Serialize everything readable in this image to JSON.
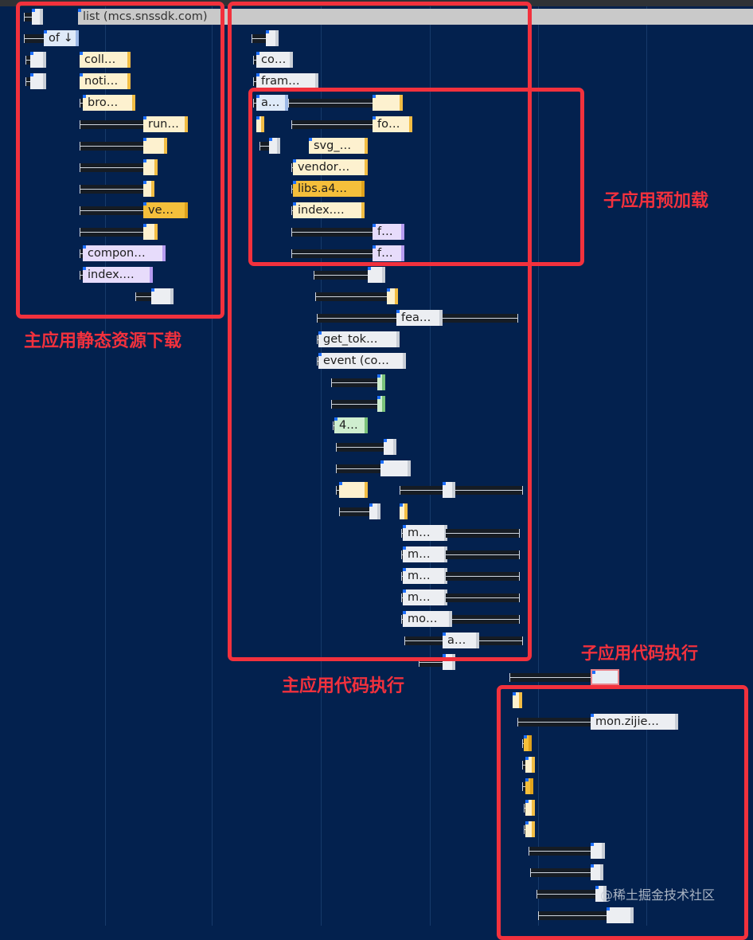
{
  "header_request": "list (mcs.snssdk.com)",
  "requests": [
    "of ↓",
    "coll…",
    "noti…",
    "bro…",
    "run…",
    "ve…",
    "compon…",
    "index.…",
    "co…",
    "fram…",
    "a…",
    "fo…",
    "svg_…",
    "vendor…",
    "libs.a4…",
    "index.…",
    "f…",
    "f…",
    "fea…",
    "get_tok…",
    "event (co…",
    "4…",
    "m…",
    "m…",
    "m…",
    "m…",
    "mo…",
    "a…",
    "mon.zijie…"
  ],
  "annotations": {
    "main_static": "主应用静态资源下载",
    "sub_preload": "子应用预加载",
    "main_exec": "主应用代码执行",
    "sub_exec": "子应用代码执行"
  },
  "watermark": "@稀土掘金技术社区",
  "colors": {
    "background": "#03214e",
    "highlight": "#f2313d"
  }
}
